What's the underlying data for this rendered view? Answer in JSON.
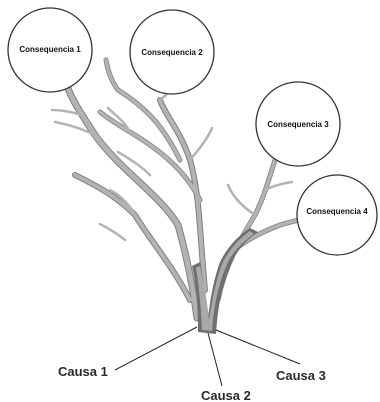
{
  "consequences": [
    {
      "id": "c1",
      "label": "Consequencia 1"
    },
    {
      "id": "c2",
      "label": "Consequencia 2"
    },
    {
      "id": "c3",
      "label": "Consequencia 3"
    },
    {
      "id": "c4",
      "label": "Consequencia 4"
    }
  ],
  "causes": [
    {
      "id": "r1",
      "label": "Causa 1"
    },
    {
      "id": "r2",
      "label": "Causa 2"
    },
    {
      "id": "r3",
      "label": "Causa 3"
    }
  ],
  "colors": {
    "branch": "#b3b3b3",
    "branch_shadow": "#7f7f7f",
    "outline": "#333333",
    "text": "#111111"
  }
}
